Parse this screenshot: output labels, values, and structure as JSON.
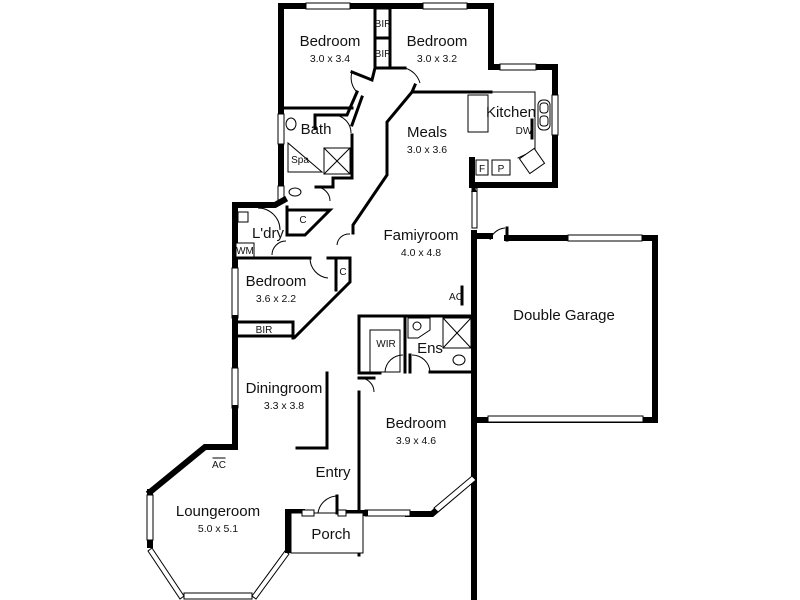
{
  "floorplan": {
    "rooms": [
      {
        "id": "bedroom-nw",
        "name": "Bedroom",
        "dimensions": "3.0 x 3.4"
      },
      {
        "id": "bedroom-ne",
        "name": "Bedroom",
        "dimensions": "3.0 x 3.2"
      },
      {
        "id": "kitchen",
        "name": "Kitchen"
      },
      {
        "id": "meals",
        "name": "Meals",
        "dimensions": "3.0 x 3.6"
      },
      {
        "id": "bath",
        "name": "Bath"
      },
      {
        "id": "laundry",
        "name": "L'dry"
      },
      {
        "id": "familyroom",
        "name": "Famiyroom",
        "dimensions": "4.0 x 4.8"
      },
      {
        "id": "bedroom-w",
        "name": "Bedroom",
        "dimensions": "3.6 x 2.2"
      },
      {
        "id": "double-garage",
        "name": "Double Garage"
      },
      {
        "id": "ensuite",
        "name": "Ens"
      },
      {
        "id": "diningroom",
        "name": "Diningroom",
        "dimensions": "3.3 x 3.8"
      },
      {
        "id": "bedroom-master",
        "name": "Bedroom",
        "dimensions": "3.9 x 4.6"
      },
      {
        "id": "entry",
        "name": "Entry"
      },
      {
        "id": "loungeroom",
        "name": "Loungeroom",
        "dimensions": "5.0 x 5.1"
      },
      {
        "id": "porch",
        "name": "Porch"
      }
    ],
    "fixtures": {
      "bir1": "BIR",
      "bir2": "BIR",
      "bir3": "BIR",
      "wir": "WIR",
      "spa": "Spa",
      "dishwasher": "DW",
      "fridge": "F",
      "pantry": "P",
      "washing_machine": "WM",
      "cupboard1": "C",
      "cupboard2": "C",
      "ac1": "AC",
      "ac2": "AC"
    },
    "colors": {
      "wall": "#000000",
      "background": "#ffffff",
      "text": "#111111"
    }
  }
}
